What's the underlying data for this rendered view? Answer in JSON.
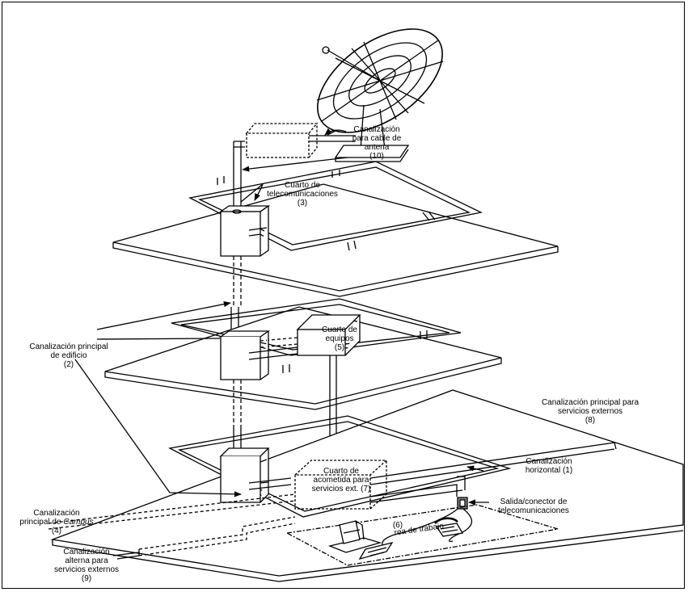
{
  "labels": {
    "antenna_pathway": {
      "lines": [
        "Canalización",
        "para cable de",
        "antena",
        "(10)"
      ]
    },
    "telecom_room": {
      "lines": [
        "Cuarto de",
        "telecomunicaciones",
        "(3)"
      ]
    },
    "equipment_room": {
      "lines": [
        "Cuarto de",
        "equipos",
        "(5)"
      ]
    },
    "building_backbone": {
      "lines": [
        "Canalización  principal",
        "de edificio",
        "(2)"
      ]
    },
    "external_services_pathway": {
      "lines": [
        "Canalización principal para",
        "servicios  externos",
        "(8)"
      ]
    },
    "horizontal_pathway": {
      "lines": [
        "Canalización",
        "horizontal  (1)"
      ]
    },
    "entrance_room": {
      "lines": [
        "Cuarto de",
        "acometida para",
        "servicios ext. (7)"
      ]
    },
    "outlet": {
      "lines": [
        "Salida/conector de",
        "telecomunicaciones"
      ]
    },
    "work_area": {
      "num": "(6)",
      "text": "rea de trabajo"
    },
    "campus_pathway": {
      "lines": [
        "Canalización",
        "principal de"
      ],
      "italic": "Campus",
      "num": "(4)"
    },
    "alternate_pathway": {
      "lines": [
        "Canalización",
        "alterna para",
        "servicios externos",
        "(9)"
      ]
    }
  }
}
